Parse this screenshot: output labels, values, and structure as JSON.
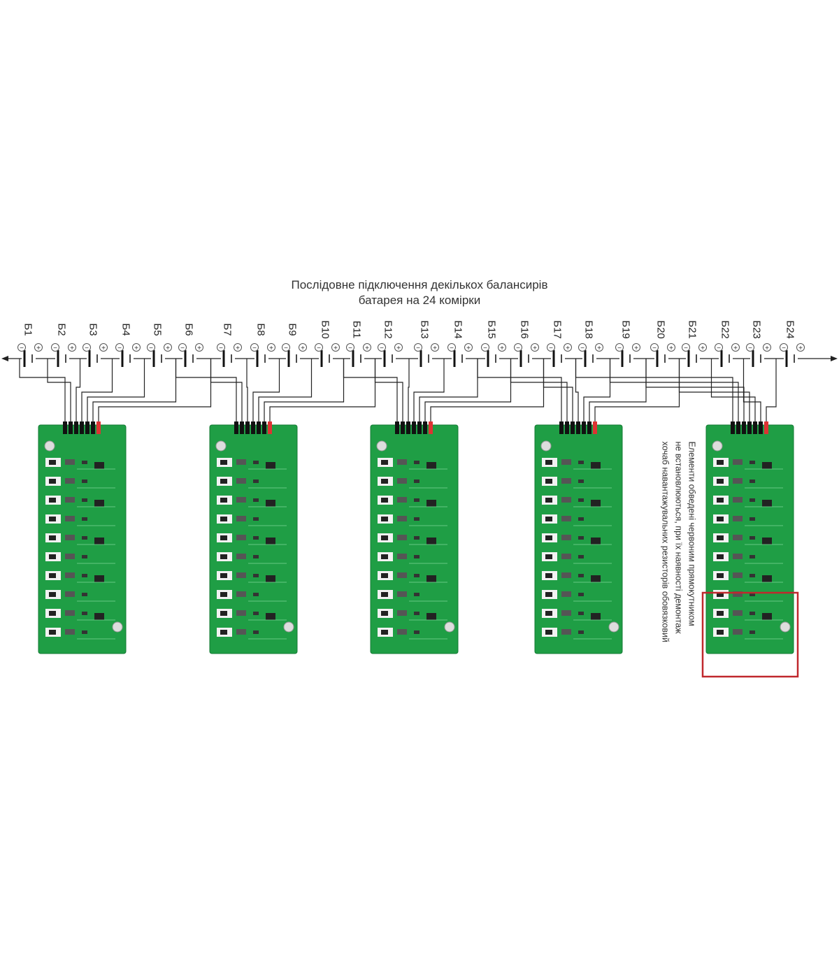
{
  "title": {
    "line1": "Послідовне підключення декількох балансирів",
    "line2": "батарея на 24 комірки"
  },
  "batteries": [
    "Б1",
    "Б2",
    "Б3",
    "Б4",
    "Б5",
    "Б6",
    "Б7",
    "Б8",
    "Б9",
    "Б10",
    "Б11",
    "Б12",
    "Б13",
    "Б14",
    "Б15",
    "Б16",
    "Б17",
    "Б18",
    "Б19",
    "Б20",
    "Б21",
    "Б22",
    "Б23",
    "Б24"
  ],
  "symbols": {
    "minus": "−",
    "plus": "+"
  },
  "boards_count": 5,
  "note": {
    "line1": "Елементи обведені червоним прямокутником",
    "line2": "не встановлюються, при їх наявності демонтаж",
    "line3": "хочаб навантажувальних резисторів обовязковий"
  },
  "colors": {
    "board": "#1f9e45",
    "highlight": "#c0282d",
    "wire": "#222222"
  }
}
